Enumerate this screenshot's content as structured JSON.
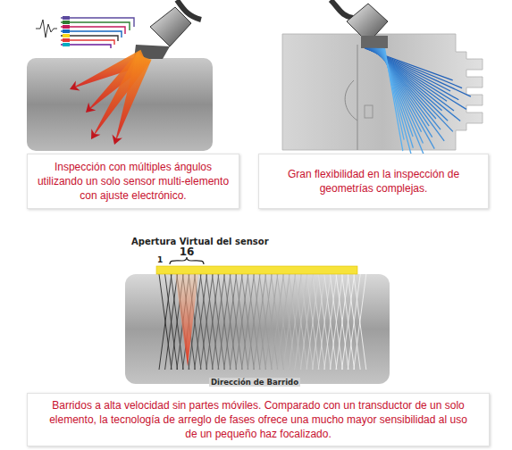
{
  "diagram": {
    "nodes": [
      {
        "text": [
          "Inspección con múltiples ángulos utilizando un solo sensor multi-elemento con ajuste electrónico."
        ]
      },
      {
        "text": [
          "Gran flexibilidad en la inspección de geometrías complejas."
        ]
      },
      {
        "text": [
          "Barridos a alta velocidad sin partes móviles. Comparado con un transductor de un solo elemento, la tecnología de arreglo de fases ofrece una mucho mayor sensibilidad al uso de un pequeño haz focalizado."
        ]
      }
    ],
    "labels": [
      "Apertura Virtual del sensor",
      "16",
      "1",
      "Dirección de Barrido"
    ]
  }
}
